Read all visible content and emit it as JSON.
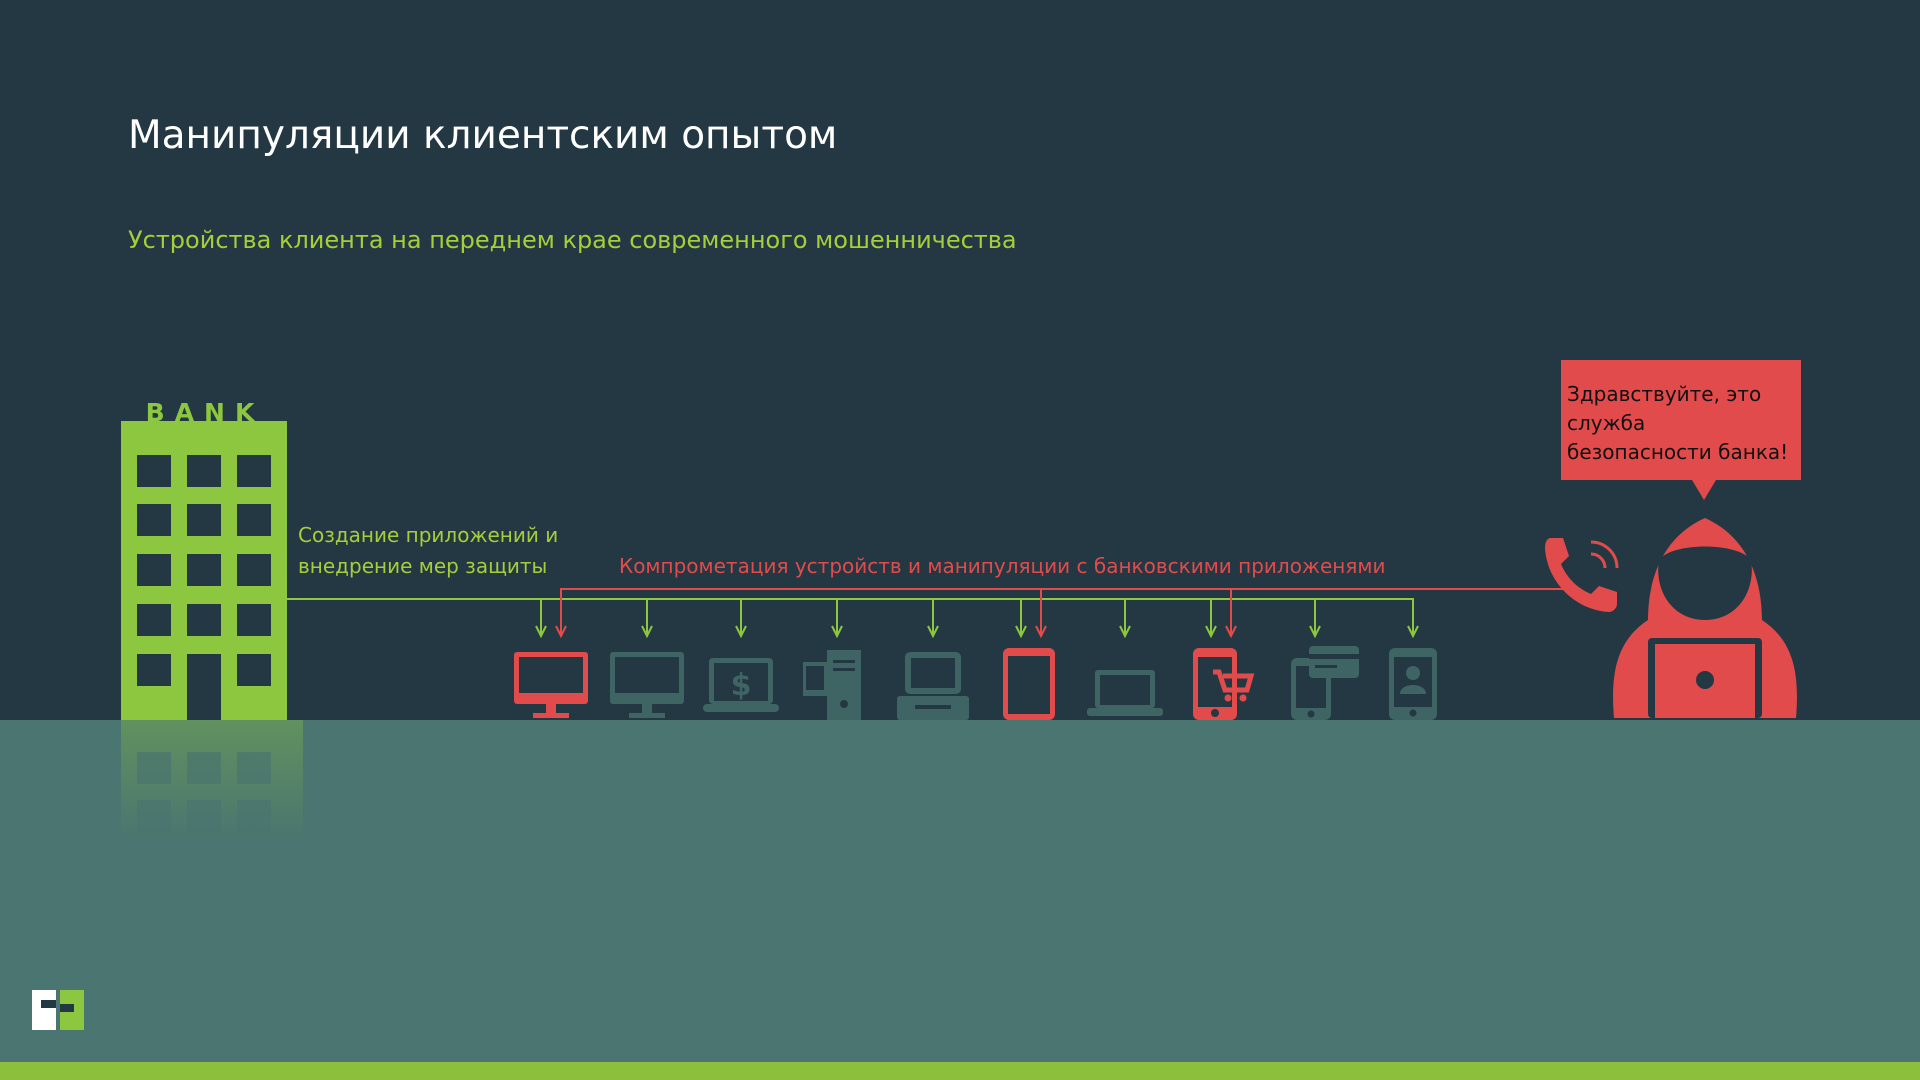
{
  "slide": {
    "title": "Манипуляции клиентским опытом",
    "subtitle": "Устройства клиента на переднем крае современного мошенничества"
  },
  "bank": {
    "label": "BANK",
    "note": "Создание приложений и внедрение мер защиты"
  },
  "attack": {
    "note": "Компрометация устройств и манипуляции с банковскими приложенями"
  },
  "speech_bubble": {
    "text": "Здравствуйте, это служба безопасности банка!"
  },
  "devices": [
    {
      "icon": "monitor-icon",
      "compromised": true
    },
    {
      "icon": "monitor-icon",
      "compromised": false
    },
    {
      "icon": "laptop-dollar-icon",
      "compromised": false
    },
    {
      "icon": "desktop-tower-icon",
      "compromised": false
    },
    {
      "icon": "retro-computer-icon",
      "compromised": false
    },
    {
      "icon": "tablet-icon",
      "compromised": true
    },
    {
      "icon": "laptop-icon",
      "compromised": false
    },
    {
      "icon": "phone-cart-icon",
      "compromised": true
    },
    {
      "icon": "phone-card-icon",
      "compromised": false
    },
    {
      "icon": "phone-contact-icon",
      "compromised": false
    }
  ],
  "colors": {
    "background": "#243844",
    "ground": "#4a7570",
    "accent_green": "#8dc63f",
    "accent_red": "#e24b4b",
    "device_gray": "#3f6464"
  }
}
